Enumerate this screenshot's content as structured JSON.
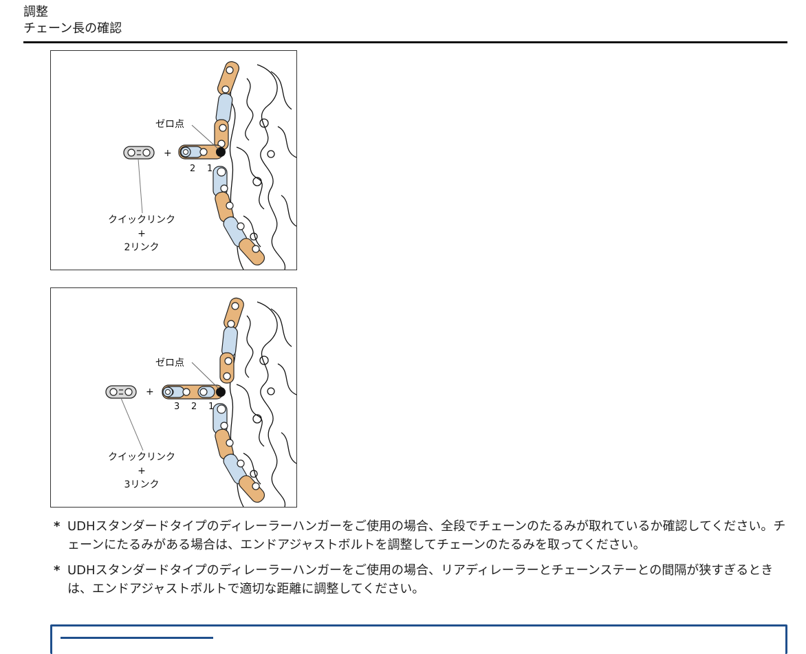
{
  "header": {
    "section": "調整",
    "title": "チェーン長の確認"
  },
  "figures": [
    {
      "zero_point_label": "ゼロ点",
      "plus": "+",
      "link_numbers": [
        "2",
        "1"
      ],
      "caption_line1": "クイックリンク",
      "caption_line2": "+",
      "caption_line3": "2リンク"
    },
    {
      "zero_point_label": "ゼロ点",
      "plus": "+",
      "link_numbers": [
        "3",
        "2",
        "1"
      ],
      "caption_line1": "クイックリンク",
      "caption_line2": "+",
      "caption_line3": "3リンク"
    }
  ],
  "notes": [
    {
      "marker": "*",
      "text": "UDHスタンダードタイプのディレーラーハンガーをご使用の場合、全段でチェーンのたるみが取れているか確認してください。チェーンにたるみがある場合は、エンドアジャストボルトを調整してチェーンのたるみを取ってください。"
    },
    {
      "marker": "*",
      "text": "UDHスタンダードタイプのディレーラーハンガーをご使用の場合、リアディレーラーとチェーンステーとの間隔が狭すぎるときは、エンドアジャストボルトで適切な距離に調整してください。"
    }
  ],
  "colors": {
    "chain_outer": "#e7b57c",
    "chain_inner": "#c9dced",
    "accent_blue": "#1f4f8c"
  }
}
